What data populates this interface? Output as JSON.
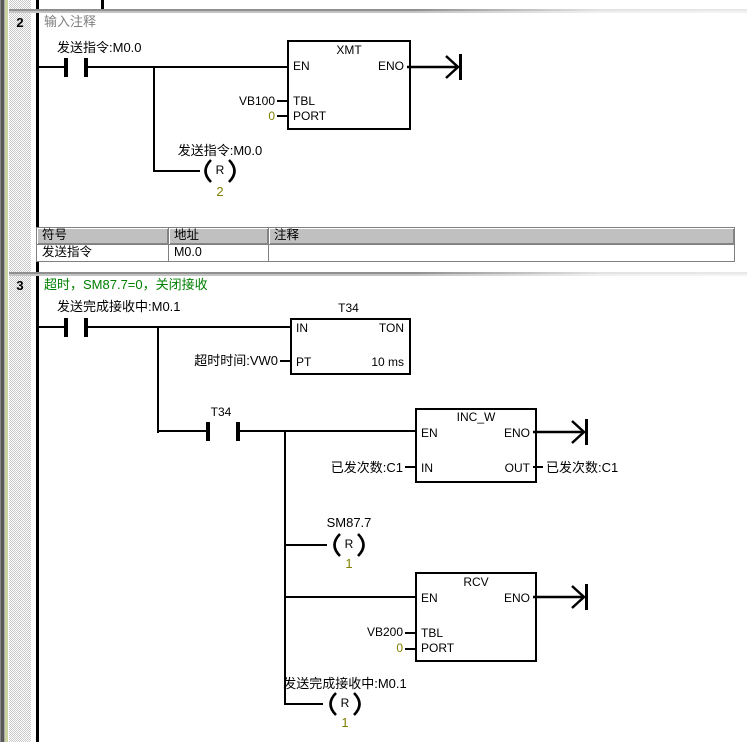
{
  "colors": {
    "wire": "#000000",
    "constant_olive": "#808000",
    "comment_gray": "#808080",
    "comment_green": "#008000",
    "table_header_bg": "#c0c0c0"
  },
  "network2": {
    "number": "2",
    "comment": "输入注释",
    "contact": {
      "label": "发送指令:M0.0"
    },
    "xmt_block": {
      "title": "XMT",
      "pin_en": "EN",
      "pin_eno": "ENO",
      "pin_tbl": "TBL",
      "pin_port": "PORT",
      "tbl_operand": "VB100",
      "port_operand": "0"
    },
    "reset_coil": {
      "label": "发送指令:M0.0",
      "symbol": "R",
      "count": "2"
    }
  },
  "symbol_table": {
    "headers": [
      "符号",
      "地址",
      "注释"
    ],
    "rows": [
      {
        "symbol": "发送指令",
        "address": "M0.0",
        "comment": ""
      }
    ]
  },
  "network3": {
    "number": "3",
    "comment": "超时，SM87.7=0，关闭接收",
    "contact_m01": {
      "label": "发送完成接收中:M0.1"
    },
    "ton_block": {
      "label": "T34",
      "pin_in": "IN",
      "type": "TON",
      "pin_pt": "PT",
      "pt_operand": "超时时间:VW0",
      "resolution": "10 ms"
    },
    "contact_t34": {
      "label": "T34"
    },
    "inc_block": {
      "title": "INC_W",
      "pin_en": "EN",
      "pin_eno": "ENO",
      "pin_in": "IN",
      "pin_out": "OUT",
      "in_operand": "已发次数:C1",
      "out_operand": "已发次数:C1"
    },
    "reset_coil_sm": {
      "label": "SM87.7",
      "symbol": "R",
      "count": "1"
    },
    "rcv_block": {
      "title": "RCV",
      "pin_en": "EN",
      "pin_eno": "ENO",
      "pin_tbl": "TBL",
      "pin_port": "PORT",
      "tbl_operand": "VB200",
      "port_operand": "0"
    },
    "reset_coil_m01": {
      "label": "发送完成接收中:M0.1",
      "symbol": "R",
      "count": "1"
    }
  }
}
